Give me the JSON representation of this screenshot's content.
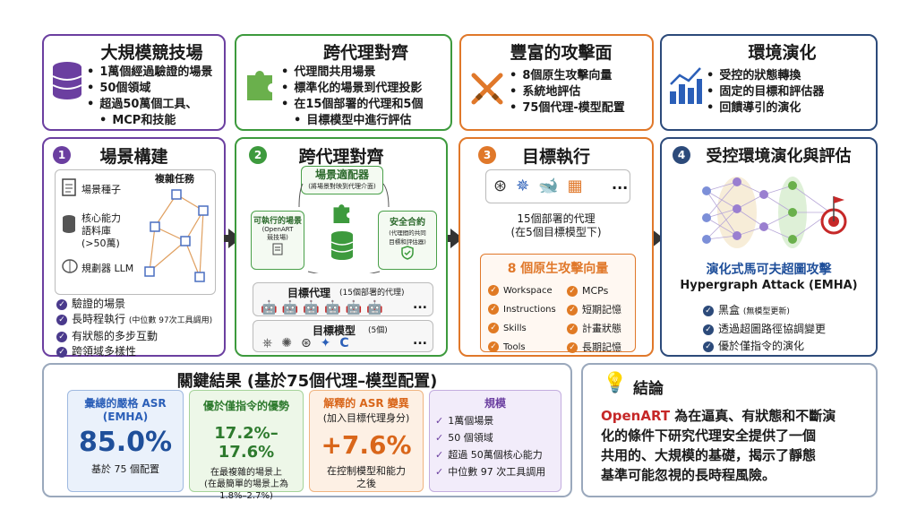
{
  "top_cards": [
    {
      "title": "大規模競技場",
      "items": [
        "1萬個經過驗證的場景",
        "50個領域",
        "超過50萬個工具、",
        "MCP和技能"
      ],
      "icon": "database-icon"
    },
    {
      "title": "跨代理對齊",
      "items": [
        "代理間共用場景",
        "標準化的場景到代理投影",
        "在15個部署的代理和5個",
        "目標模型中進行評估"
      ],
      "icon": "puzzle-icon"
    },
    {
      "title": "豐富的攻擊面",
      "items": [
        "8個原生攻擊向量",
        "系統地評估",
        "75個代理-模型配置"
      ],
      "icon": "crossed-swords-icon"
    },
    {
      "title": "環境演化",
      "items": [
        "受控的狀態轉換",
        "固定的目標和評估器",
        "回饋導引的演化"
      ],
      "icon": "growth-chart-icon"
    }
  ],
  "stage1": {
    "num": "1",
    "title": "場景構建",
    "seed": "場景種子",
    "library": "核心能力",
    "library2": "語料庫",
    "library3": "(>50萬)",
    "planner": "規劃器 LLM",
    "complex": "複雜任務",
    "checks": [
      "驗證的場景",
      "長時程執行",
      "(中位數 97次工具調用)",
      "有狀態的多步互動",
      "跨領域多樣性"
    ]
  },
  "stage2": {
    "num": "2",
    "title": "跨代理對齊",
    "adapter": "場景適配器",
    "adapter_sub": "(將場景對映到代理介面)",
    "exec": "可執行的場景",
    "exec_sub1": "(OpenART",
    "exec_sub2": "競技場)",
    "contract": "安全合約",
    "contract_sub1": "(代理間的共同",
    "contract_sub2": "目標和評估器)",
    "agents": "目標代理",
    "agents_sub": "(15個部署的代理)",
    "models": "目標模型",
    "models_sub": "(5個)",
    "more": "..."
  },
  "stage3": {
    "num": "3",
    "title": "目標執行",
    "agents_line1": "15個部署的代理",
    "agents_line2": "(在5個目標模型下)",
    "vectors_title": "8 個原生攻擊向量",
    "vectors_left": [
      "Workspace",
      "Instructions",
      "Skills",
      "Tools"
    ],
    "vectors_right": [
      "MCPs",
      "短期記憶",
      "計畫狀態",
      "長期記憶"
    ],
    "more": "..."
  },
  "stage4": {
    "num": "4",
    "title": "受控環境演化與評估",
    "attack_cn": "演化式馬可夫超圖攻擊",
    "attack_en": "Hypergraph Attack (EMHA)",
    "checks": [
      "黑盒",
      "(無模型更新)",
      "透過超圖路徑協調變更",
      "優於僅指令的演化"
    ]
  },
  "results": {
    "title": "關鍵結果 (基於75個代理–模型配置)",
    "asr": {
      "label1": "彙總的嚴格 ASR",
      "label2": "(EMHA)",
      "value": "85.0%",
      "note": "基於 75 個配置"
    },
    "adv": {
      "label": "優於僅指令的優勢",
      "value": "17.2%–17.6%",
      "note1": "在最複雜的場景上",
      "note2": "(在最簡單的場景上為",
      "note3": "1.8%–2.7%)"
    },
    "var": {
      "label1": "解釋的 ASR 變異",
      "label2": "(加入目標代理身分)",
      "value": "+7.6%",
      "note1": "在控制模型和能力",
      "note2": "之後"
    },
    "scale": {
      "label": "規模",
      "items": [
        "1萬個場景",
        "50 個領域",
        "超過 50萬個核心能力",
        "中位數 97 次工具調用"
      ]
    }
  },
  "conclusion": {
    "title": "結論",
    "brand": "OpenART",
    "text_lines": [
      " 為在逼真、有狀態和不斷演",
      "化的條件下研究代理安全提供了一個",
      "共用的、大規模的基礎，揭示了靜態",
      "基準可能忽視的長時程風險。"
    ]
  },
  "colors": {
    "purple": "#6b3fa0",
    "green": "#3d9a3d",
    "orange": "#e0782a",
    "navy": "#2c4a7a",
    "blue": "#2b5fb8",
    "red": "#c62828"
  }
}
